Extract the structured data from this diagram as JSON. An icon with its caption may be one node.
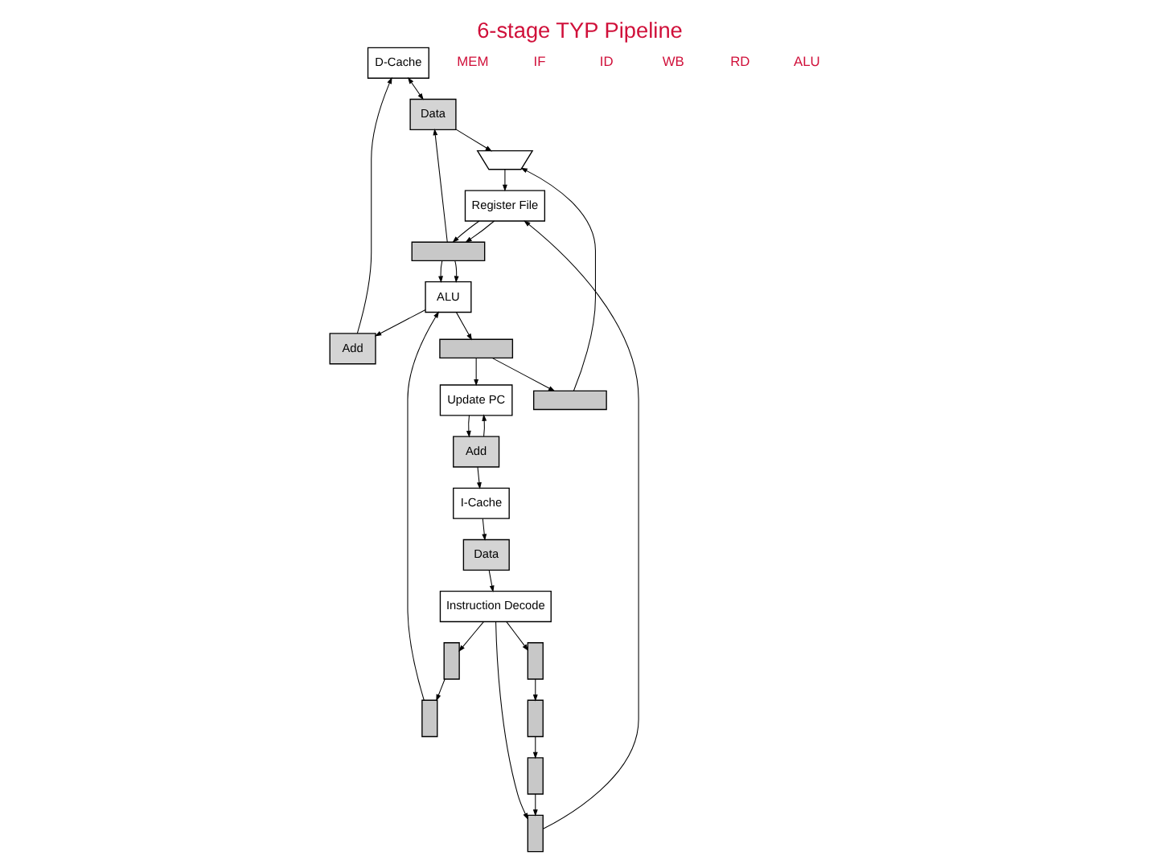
{
  "diagram": {
    "title": "6-stage TYP Pipeline",
    "nodes": [
      {
        "text": [
          "D-Cache"
        ]
      },
      {
        "text": [
          "I-Cache"
        ]
      },
      {
        "text": [
          "Data"
        ]
      },
      {
        "text": [
          "Add"
        ]
      },
      {
        "text": [
          "Add"
        ]
      },
      {
        "text": [
          "Data"
        ]
      },
      {
        "text": [
          "Update PC"
        ]
      },
      {
        "text": [
          "Instruction Decode"
        ]
      },
      {
        "text": [],
        "shape": "trapezoid"
      },
      {
        "text": [],
        "shape": "bar"
      },
      {
        "text": [],
        "shape": "bar"
      },
      {
        "text": [],
        "shape": "bar"
      },
      {
        "text": [],
        "shape": "bar"
      },
      {
        "text": [
          "Register File"
        ]
      },
      {
        "text": [],
        "shape": "bar"
      },
      {
        "text": [],
        "shape": "bar"
      },
      {
        "text": [],
        "shape": "bar"
      },
      {
        "text": [
          "ALU"
        ]
      },
      {
        "text": [],
        "shape": "bar"
      },
      {
        "text": [],
        "shape": "bar"
      }
    ],
    "edges": [
      {
        "from": 4,
        "to": 1,
        "arrow": "to"
      },
      {
        "from": 4,
        "to": 6,
        "arrow": "to"
      },
      {
        "from": 1,
        "to": 5,
        "arrow": "to"
      },
      {
        "from": 6,
        "to": 4,
        "arrow": "to"
      },
      {
        "from": 5,
        "to": 7,
        "arrow": "to"
      },
      {
        "from": 7,
        "to": 9,
        "arrow": "to"
      },
      {
        "from": 7,
        "to": 12,
        "arrow": "to"
      },
      {
        "from": 7,
        "to": 15,
        "arrow": "to"
      },
      {
        "from": 9,
        "to": 10,
        "arrow": "to"
      },
      {
        "from": 10,
        "to": 11,
        "arrow": "to"
      },
      {
        "from": 11,
        "to": 12,
        "arrow": "to"
      },
      {
        "from": 12,
        "to": 13,
        "arrow": "to"
      },
      {
        "from": 13,
        "to": 14,
        "arrow": "to"
      },
      {
        "from": 13,
        "to": 14,
        "arrow": "to"
      },
      {
        "from": 14,
        "to": 17,
        "arrow": "to"
      },
      {
        "from": 14,
        "to": 17,
        "arrow": "to"
      },
      {
        "from": 14,
        "to": 2,
        "arrow": "to"
      },
      {
        "from": 15,
        "to": 16,
        "arrow": "to"
      },
      {
        "from": 16,
        "to": 17,
        "arrow": "to"
      },
      {
        "from": 17,
        "to": 18,
        "arrow": "to"
      },
      {
        "from": 17,
        "to": 3,
        "arrow": "to"
      },
      {
        "from": 18,
        "to": 19,
        "arrow": "to"
      },
      {
        "from": 18,
        "to": 6,
        "arrow": "to"
      },
      {
        "from": 19,
        "to": 8,
        "arrow": "to"
      },
      {
        "from": 3,
        "to": 0,
        "arrow": "to"
      },
      {
        "from": 0,
        "to": 2,
        "arrow": "both"
      },
      {
        "from": 2,
        "to": 8,
        "arrow": "to"
      },
      {
        "from": 8,
        "to": 13,
        "arrow": "to"
      }
    ],
    "labels": [
      "MEM",
      "IF",
      "ID",
      "WB",
      "RD",
      "ALU"
    ]
  }
}
